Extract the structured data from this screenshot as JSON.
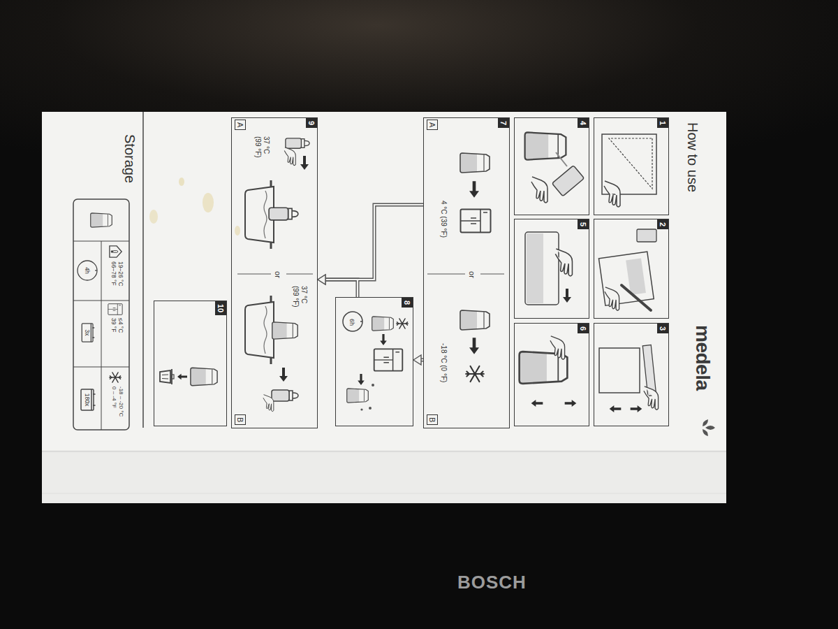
{
  "diagram": {
    "title": "How to use",
    "nodes": [
      {
        "text": [
          "1"
        ]
      },
      {
        "text": [
          "2"
        ]
      },
      {
        "text": [
          "3"
        ]
      },
      {
        "text": [
          "4"
        ]
      },
      {
        "text": [
          "5"
        ]
      },
      {
        "text": [
          "6"
        ]
      },
      {
        "text": [
          "7",
          "4 °C (39 °F)",
          "or",
          "-18 °C (0 °F)",
          "A",
          "B"
        ]
      },
      {
        "text": [
          "8",
          "6h"
        ]
      },
      {
        "text": [
          "9",
          "37 °C (99 °F)",
          "or",
          "37 °C (99 °F)",
          "A",
          "B"
        ]
      },
      {
        "text": [
          "10"
        ]
      }
    ],
    "edges": [
      {
        "from": 6,
        "to": 8,
        "arrow": "to"
      },
      {
        "from": 7,
        "to": 8,
        "arrow": "to"
      },
      {
        "from": 6,
        "to": 7,
        "arrow": "to"
      }
    ],
    "labels": [
      "medela",
      "Storage",
      "19–26 °C 66–78 °F",
      "4h",
      "≤4 °C 39 °F",
      "3x",
      "-18 – -20 °C 0 – -4 °F",
      "180x",
      "BOSCH"
    ]
  }
}
